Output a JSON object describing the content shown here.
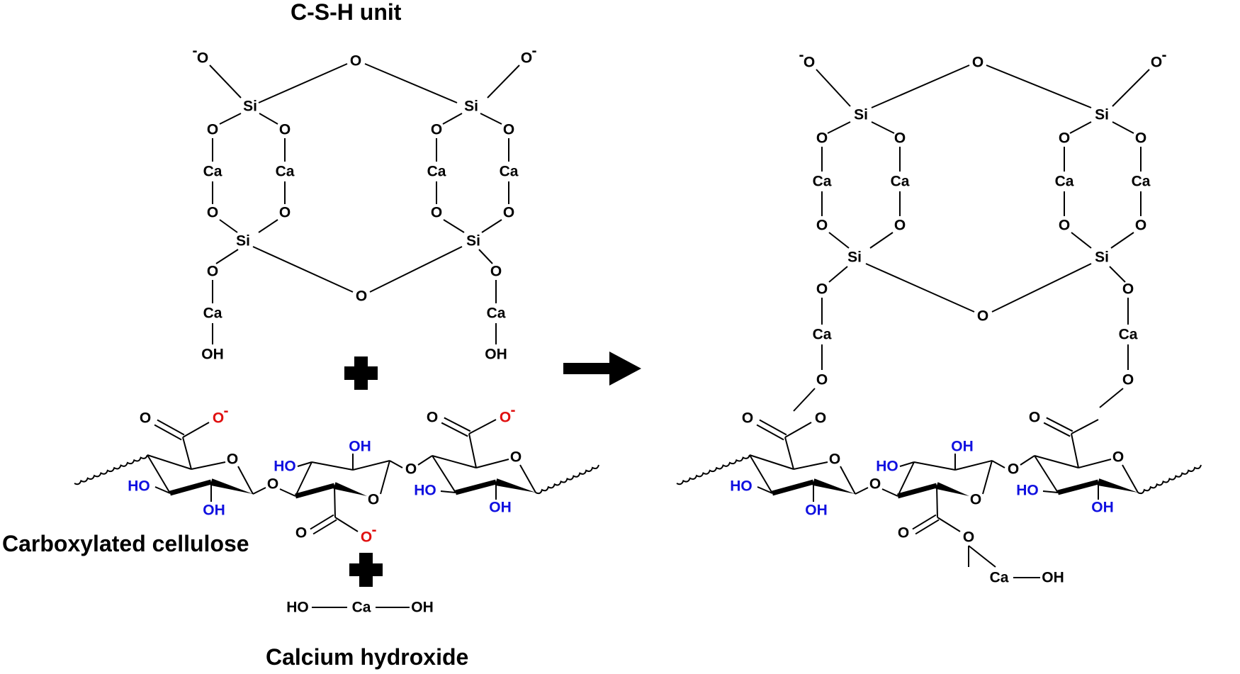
{
  "labels": {
    "csh_unit": "C-S-H unit",
    "carboxylated_cellulose": "Carboxylated cellulose",
    "calcium_hydroxide": "Calcium hydroxide"
  },
  "atoms": {
    "O": "O",
    "O_minus": "O",
    "minus": "-",
    "Si": "Si",
    "Ca": "Ca",
    "OH": "OH",
    "HO": "HO"
  },
  "colors": {
    "black": "#000000",
    "hydroxyl_blue": "#1010e0",
    "anion_red": "#e01010"
  },
  "symbols": {
    "plus_sign": "plus-icon",
    "reaction_arrow": "arrow-right-icon"
  }
}
